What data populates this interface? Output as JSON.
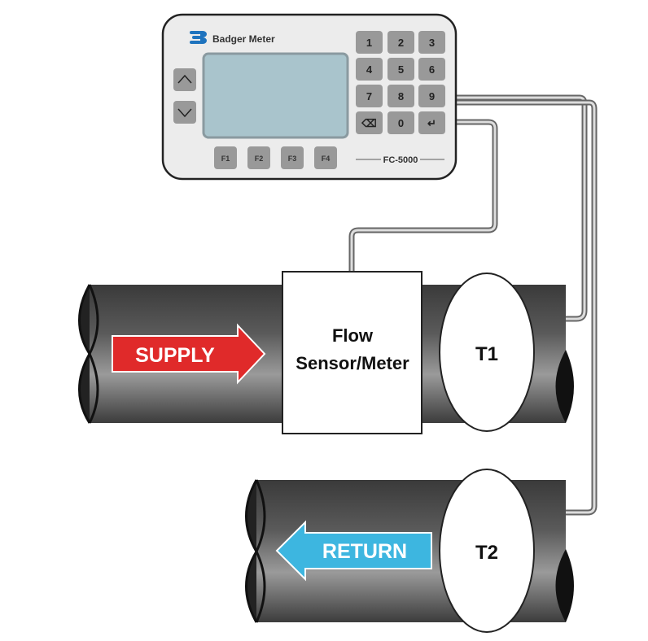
{
  "controller": {
    "brand": "Badger Meter",
    "model": "FC-5000",
    "keys": [
      "1",
      "2",
      "3",
      "4",
      "5",
      "6",
      "7",
      "8",
      "9",
      "⌫",
      "0",
      "↵"
    ],
    "function_keys": [
      "F1",
      "F2",
      "F3",
      "F4"
    ]
  },
  "labels": {
    "supply": "SUPPLY",
    "return": "RETURN",
    "sensor_line1": "Flow",
    "sensor_line2": "Sensor/Meter",
    "t1": "T1",
    "t2": "T2"
  },
  "colors": {
    "supply": "#e02a2a",
    "return": "#3db6e0",
    "screen": "#a9c4cc"
  }
}
